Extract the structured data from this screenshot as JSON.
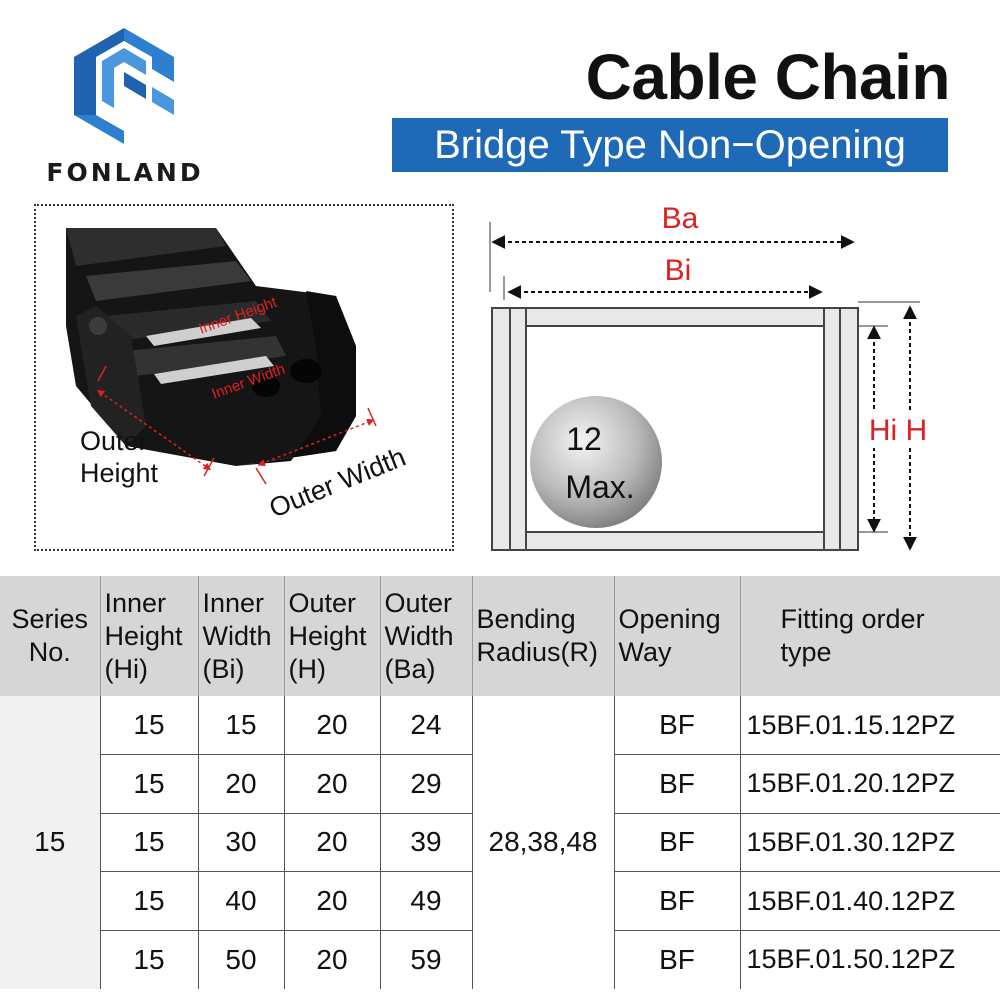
{
  "brand": {
    "name": "FONLAND"
  },
  "header": {
    "title": "Cable Chain",
    "subtitle": "Bridge Type Non−Opening"
  },
  "photo": {
    "label_inner_height": "Inner Height",
    "label_inner_width": "Inner Width",
    "label_outer_height_1": "Outer",
    "label_outer_height_2": "Height",
    "label_outer_width": "Outer Width"
  },
  "diagram": {
    "ba": "Ba",
    "bi": "Bi",
    "hi_h": "Hi H",
    "circle_line1": "12",
    "circle_line2": "Max."
  },
  "colors": {
    "accent_blue": "#1f6ab7",
    "dimension_red": "#e02020",
    "header_gray": "#d6d6d6"
  },
  "table": {
    "headers": {
      "series": [
        "Series",
        "No."
      ],
      "inner_height": [
        "Inner",
        "Height",
        "(Hi)"
      ],
      "inner_width": [
        "Inner",
        "Width",
        "(Bi)"
      ],
      "outer_height": [
        "Outer",
        "Height",
        "(H)"
      ],
      "outer_width": [
        "Outer",
        "Width",
        "(Ba)"
      ],
      "bending": [
        "Bending",
        "Radius(R)"
      ],
      "opening": [
        "Opening",
        "Way"
      ],
      "fitting": [
        "Fitting order",
        "type"
      ]
    },
    "series_no": "15",
    "bending_radius": "28,38,48",
    "rows": [
      {
        "hi": "15",
        "bi": "15",
        "h": "20",
        "ba": "24",
        "way": "BF",
        "fitting": "15BF.01.15.12PZ"
      },
      {
        "hi": "15",
        "bi": "20",
        "h": "20",
        "ba": "29",
        "way": "BF",
        "fitting": "15BF.01.20.12PZ"
      },
      {
        "hi": "15",
        "bi": "30",
        "h": "20",
        "ba": "39",
        "way": "BF",
        "fitting": "15BF.01.30.12PZ"
      },
      {
        "hi": "15",
        "bi": "40",
        "h": "20",
        "ba": "49",
        "way": "BF",
        "fitting": "15BF.01.40.12PZ"
      },
      {
        "hi": "15",
        "bi": "50",
        "h": "20",
        "ba": "59",
        "way": "BF",
        "fitting": "15BF.01.50.12PZ"
      }
    ]
  }
}
